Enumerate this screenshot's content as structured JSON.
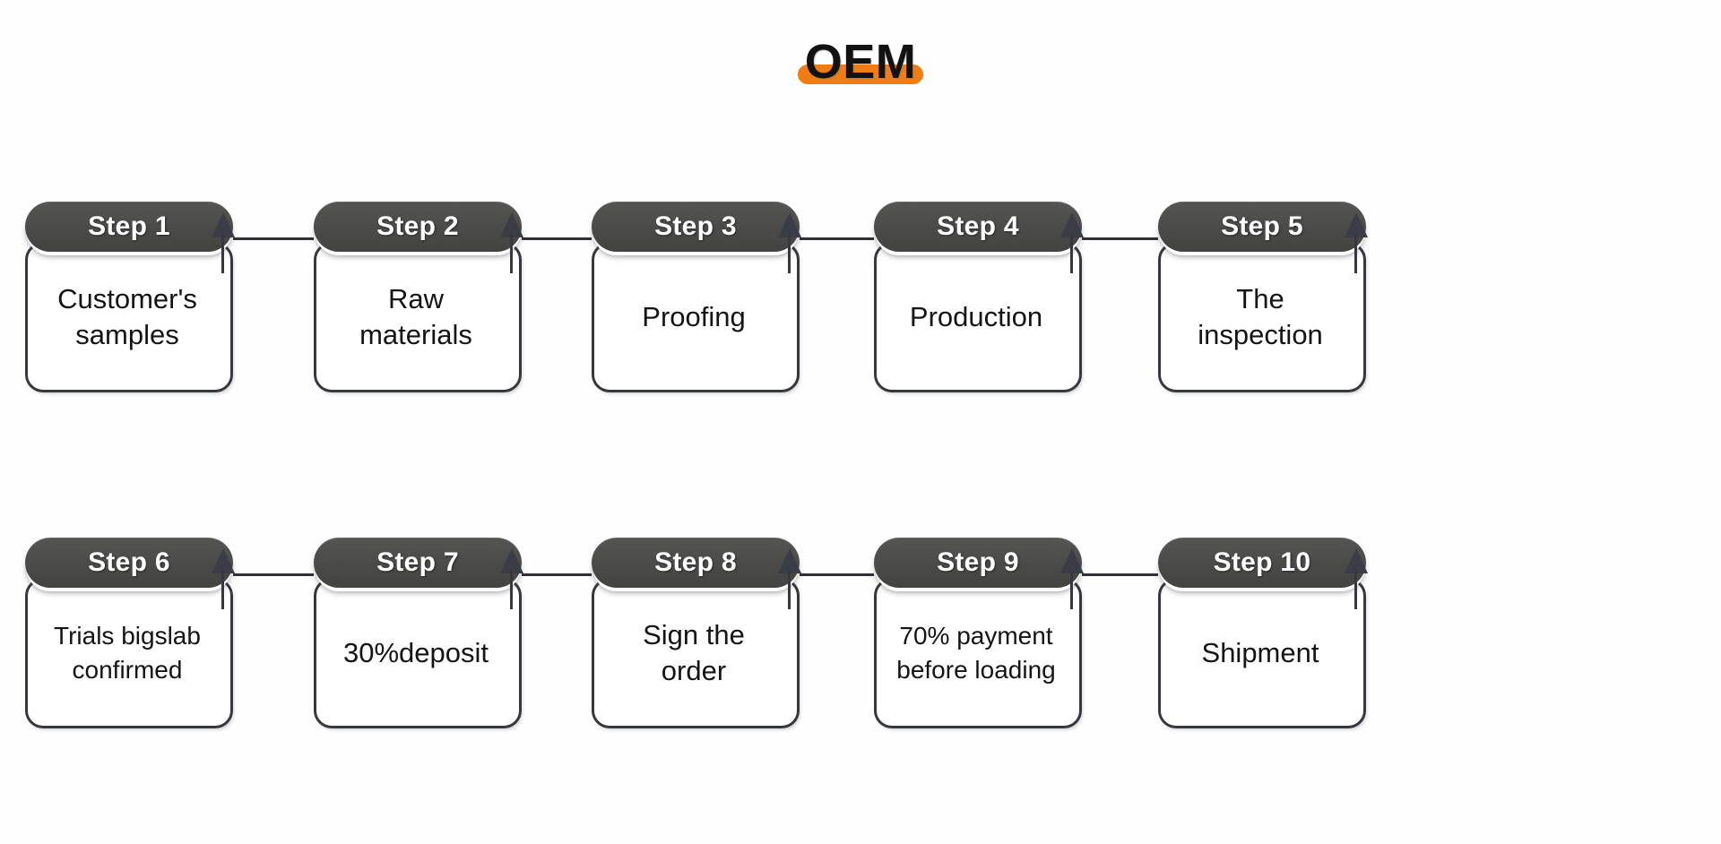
{
  "page": {
    "title": "OEM",
    "background_color": "#fefefe",
    "title_highlight_color": "#f07d13",
    "pill_color": "#4a4a48",
    "card_border_color": "#35383f",
    "text_color": "#141414"
  },
  "diagram": {
    "type": "process-flow",
    "rows": [
      {
        "id": "row-1",
        "steps": [
          {
            "step_label": "Step 1",
            "text": "Customer's\nsamples"
          },
          {
            "step_label": "Step 2",
            "text": "Raw\nmaterials"
          },
          {
            "step_label": "Step 3",
            "text": "Proofing"
          },
          {
            "step_label": "Step 4",
            "text": "Production"
          },
          {
            "step_label": "Step 5",
            "text": "The\ninspection"
          }
        ]
      },
      {
        "id": "row-2",
        "steps": [
          {
            "step_label": "Step 6",
            "text": "Trials bigslab\nconfirmed"
          },
          {
            "step_label": "Step 7",
            "text": "30%deposit"
          },
          {
            "step_label": "Step 8",
            "text": "Sign the\norder"
          },
          {
            "step_label": "Step 9",
            "text": "70% payment\nbefore loading"
          },
          {
            "step_label": "Step 10",
            "text": "Shipment"
          }
        ]
      }
    ]
  }
}
